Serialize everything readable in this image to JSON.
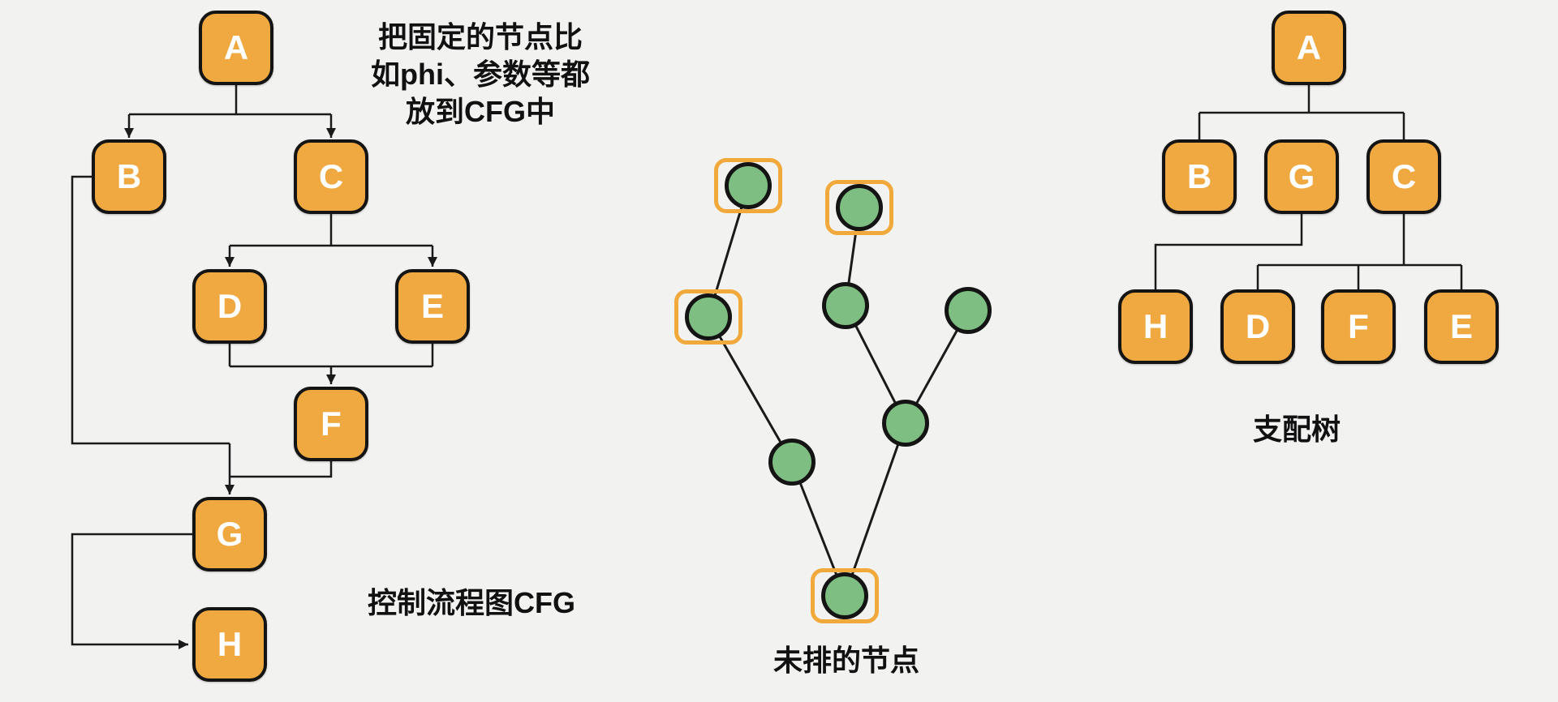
{
  "colors": {
    "background": "#F2F3F1",
    "node_fill": "#F0A841",
    "node_border": "#141414",
    "node_label": "#FFFFFF",
    "circle_fill": "#7EBE82",
    "highlight_outline": "#F2A93B",
    "edge": "#1A1A1A",
    "text": "#111111"
  },
  "annotation": {
    "lines": [
      "把固定的节点比",
      "如phi、参数等都",
      "放到CFG中"
    ]
  },
  "cfg": {
    "caption": "控制流程图CFG",
    "nodes": [
      {
        "label": "A"
      },
      {
        "label": "B"
      },
      {
        "label": "C"
      },
      {
        "label": "D"
      },
      {
        "label": "E"
      },
      {
        "label": "F"
      },
      {
        "label": "G"
      },
      {
        "label": "H"
      }
    ],
    "edges": [
      {
        "from": "A",
        "to": "B"
      },
      {
        "from": "A",
        "to": "C"
      },
      {
        "from": "C",
        "to": "D"
      },
      {
        "from": "C",
        "to": "E"
      },
      {
        "from": "D",
        "to": "F"
      },
      {
        "from": "E",
        "to": "F"
      },
      {
        "from": "B",
        "to": "G"
      },
      {
        "from": "F",
        "to": "G"
      },
      {
        "from": "G",
        "to": "H"
      }
    ]
  },
  "unscheduled": {
    "caption": "未排的节点",
    "nodes": [
      {
        "id": 1,
        "highlighted": true
      },
      {
        "id": 2,
        "highlighted": true
      },
      {
        "id": 3,
        "highlighted": true
      },
      {
        "id": 4,
        "highlighted": false
      },
      {
        "id": 5,
        "highlighted": false
      },
      {
        "id": 6,
        "highlighted": false
      },
      {
        "id": 7,
        "highlighted": false
      },
      {
        "id": 8,
        "highlighted": true
      }
    ],
    "edges": [
      {
        "from": 1,
        "to": 3
      },
      {
        "from": 2,
        "to": 4
      },
      {
        "from": 4,
        "to": 6
      },
      {
        "from": 5,
        "to": 6
      },
      {
        "from": 3,
        "to": 7
      },
      {
        "from": 7,
        "to": 8
      },
      {
        "from": 6,
        "to": 8
      }
    ]
  },
  "domtree": {
    "caption": "支配树",
    "nodes": [
      {
        "label": "A"
      },
      {
        "label": "B"
      },
      {
        "label": "G"
      },
      {
        "label": "C"
      },
      {
        "label": "H"
      },
      {
        "label": "D"
      },
      {
        "label": "F"
      },
      {
        "label": "E"
      }
    ],
    "edges": [
      {
        "from": "A",
        "to": "B"
      },
      {
        "from": "A",
        "to": "C"
      },
      {
        "from": "G",
        "to": "H"
      },
      {
        "from": "C",
        "to": "D"
      },
      {
        "from": "C",
        "to": "F"
      },
      {
        "from": "C",
        "to": "E"
      }
    ]
  }
}
